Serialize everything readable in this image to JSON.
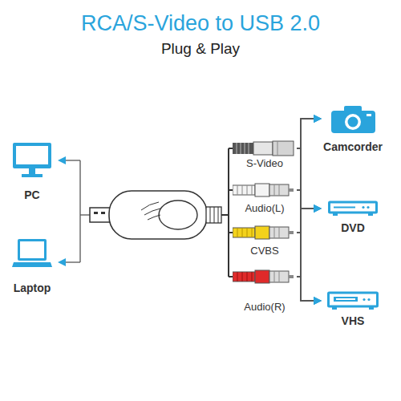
{
  "diagram": {
    "title": "RCA/S-Video to USB 2.0",
    "nodes": [
      {
        "text": [
          "PC"
        ]
      },
      {
        "text": [
          "Laptop"
        ]
      },
      {
        "text": [
          "S-Video"
        ]
      },
      {
        "text": [
          "Audio(L)"
        ]
      },
      {
        "text": [
          "CVBS"
        ]
      },
      {
        "text": [
          "Audio(R)"
        ]
      },
      {
        "text": [
          "Camcorder"
        ]
      },
      {
        "text": [
          "DVD"
        ]
      },
      {
        "text": [
          "VHS"
        ]
      }
    ],
    "edges": [
      {
        "from": 2,
        "to": 6,
        "arrow": "to"
      },
      {
        "from": 2,
        "to": 7,
        "arrow": "to"
      },
      {
        "from": 2,
        "to": 8,
        "arrow": "to"
      },
      {
        "from": 3,
        "to": 6,
        "arrow": "to"
      },
      {
        "from": 3,
        "to": 7,
        "arrow": "to"
      },
      {
        "from": 3,
        "to": 8,
        "arrow": "to"
      },
      {
        "from": 4,
        "to": 6,
        "arrow": "to"
      },
      {
        "from": 4,
        "to": 7,
        "arrow": "to"
      },
      {
        "from": 4,
        "to": 8,
        "arrow": "to"
      },
      {
        "from": 5,
        "to": 6,
        "arrow": "to"
      },
      {
        "from": 5,
        "to": 7,
        "arrow": "to"
      },
      {
        "from": 5,
        "to": 8,
        "arrow": "to"
      }
    ],
    "labels": [
      "Plug & Play"
    ]
  }
}
